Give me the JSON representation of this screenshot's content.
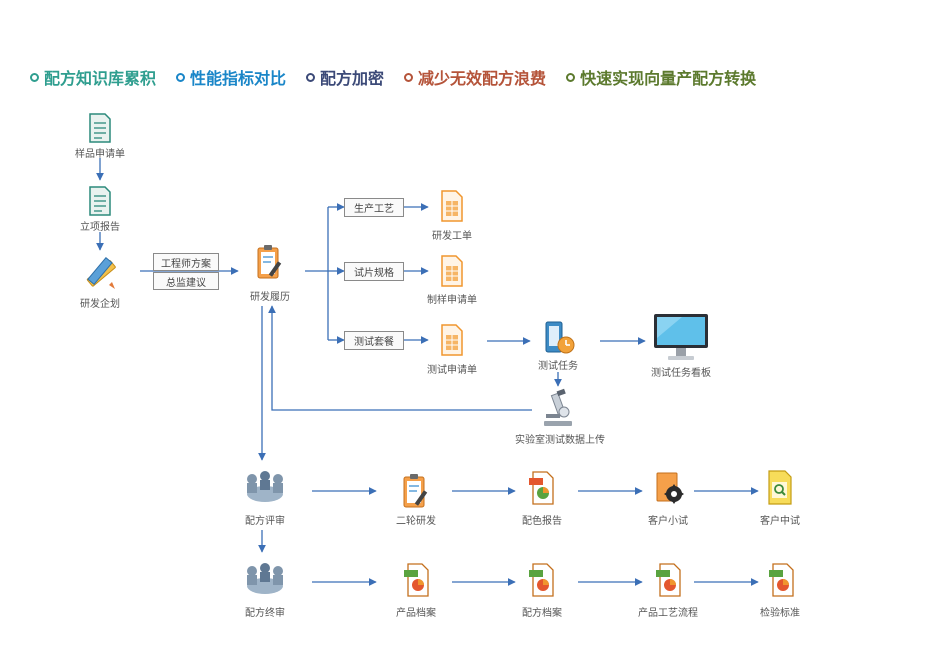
{
  "headline": [
    {
      "text": "配方知识库累积",
      "color": "#2f9e8f"
    },
    {
      "text": "性能指标对比",
      "color": "#1a86c8"
    },
    {
      "text": "配方加密",
      "color": "#3c4a78"
    },
    {
      "text": "减少无效配方浪费",
      "color": "#b5543a"
    },
    {
      "text": "快速实现向量产配方转换",
      "color": "#5c7a2e"
    }
  ],
  "nodes": {
    "sample": "样品申请单",
    "project": "立项报告",
    "planning": "研发企划",
    "history": "研发履历",
    "rd_order": "研发工单",
    "sample_req": "制样申请单",
    "test_req": "测试申请单",
    "test_task": "测试任务",
    "test_board": "测试任务看板",
    "lab_upload": "实验室测试数据上传",
    "review": "配方评审",
    "second_rd": "二轮研发",
    "color_report": "配色报告",
    "customer_small": "客户小试",
    "customer_mid": "客户中试",
    "final_review": "配方终审",
    "product_archive": "产品档案",
    "formula_archive": "配方档案",
    "process_flow": "产品工艺流程",
    "inspection": "检验标准"
  },
  "boxes": {
    "engineer_plan": "工程师方案",
    "director_advice": "总监建议",
    "production_process": "生产工艺",
    "trial_spec": "试片规格",
    "test_package": "测试套餐"
  },
  "colors": {
    "arrow": "#3b6fb6",
    "doc_orange": "#f0962e",
    "doc_teal": "#2c8a7c"
  }
}
